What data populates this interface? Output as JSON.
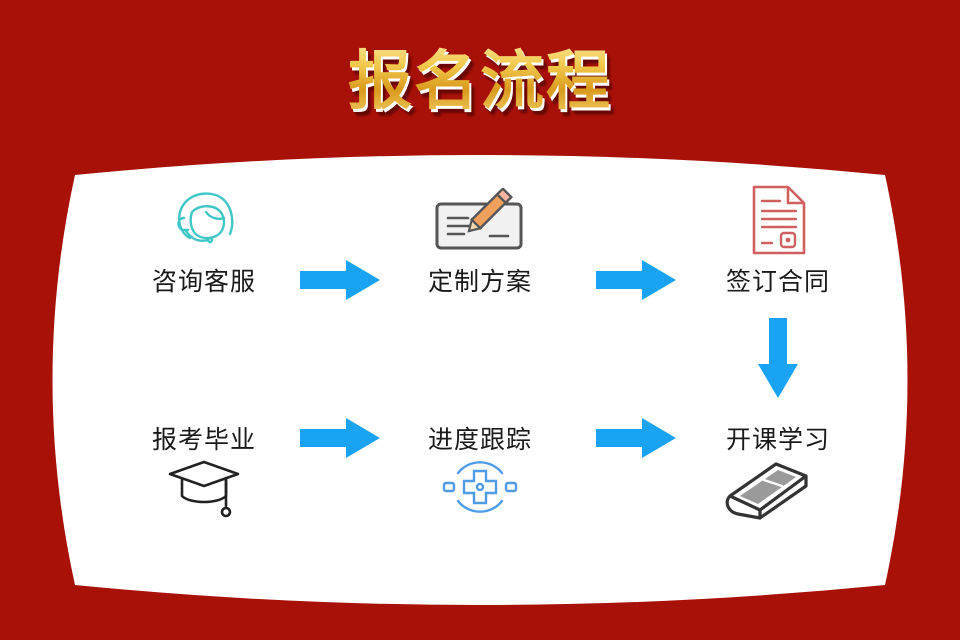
{
  "title": "报名流程",
  "colors": {
    "background": "#a81108",
    "card": "#ffffff",
    "arrow": "#1aa3f2",
    "title_gold": "#f2c94c"
  },
  "steps": [
    {
      "label": "咨询客服",
      "icon": "customer-service-icon"
    },
    {
      "label": "定制方案",
      "icon": "plan-pencil-icon"
    },
    {
      "label": "签订合同",
      "icon": "contract-document-icon"
    },
    {
      "label": "开课学习",
      "icon": "book-icon"
    },
    {
      "label": "进度跟踪",
      "icon": "medical-cross-icon"
    },
    {
      "label": "报考毕业",
      "icon": "graduation-cap-icon"
    }
  ]
}
